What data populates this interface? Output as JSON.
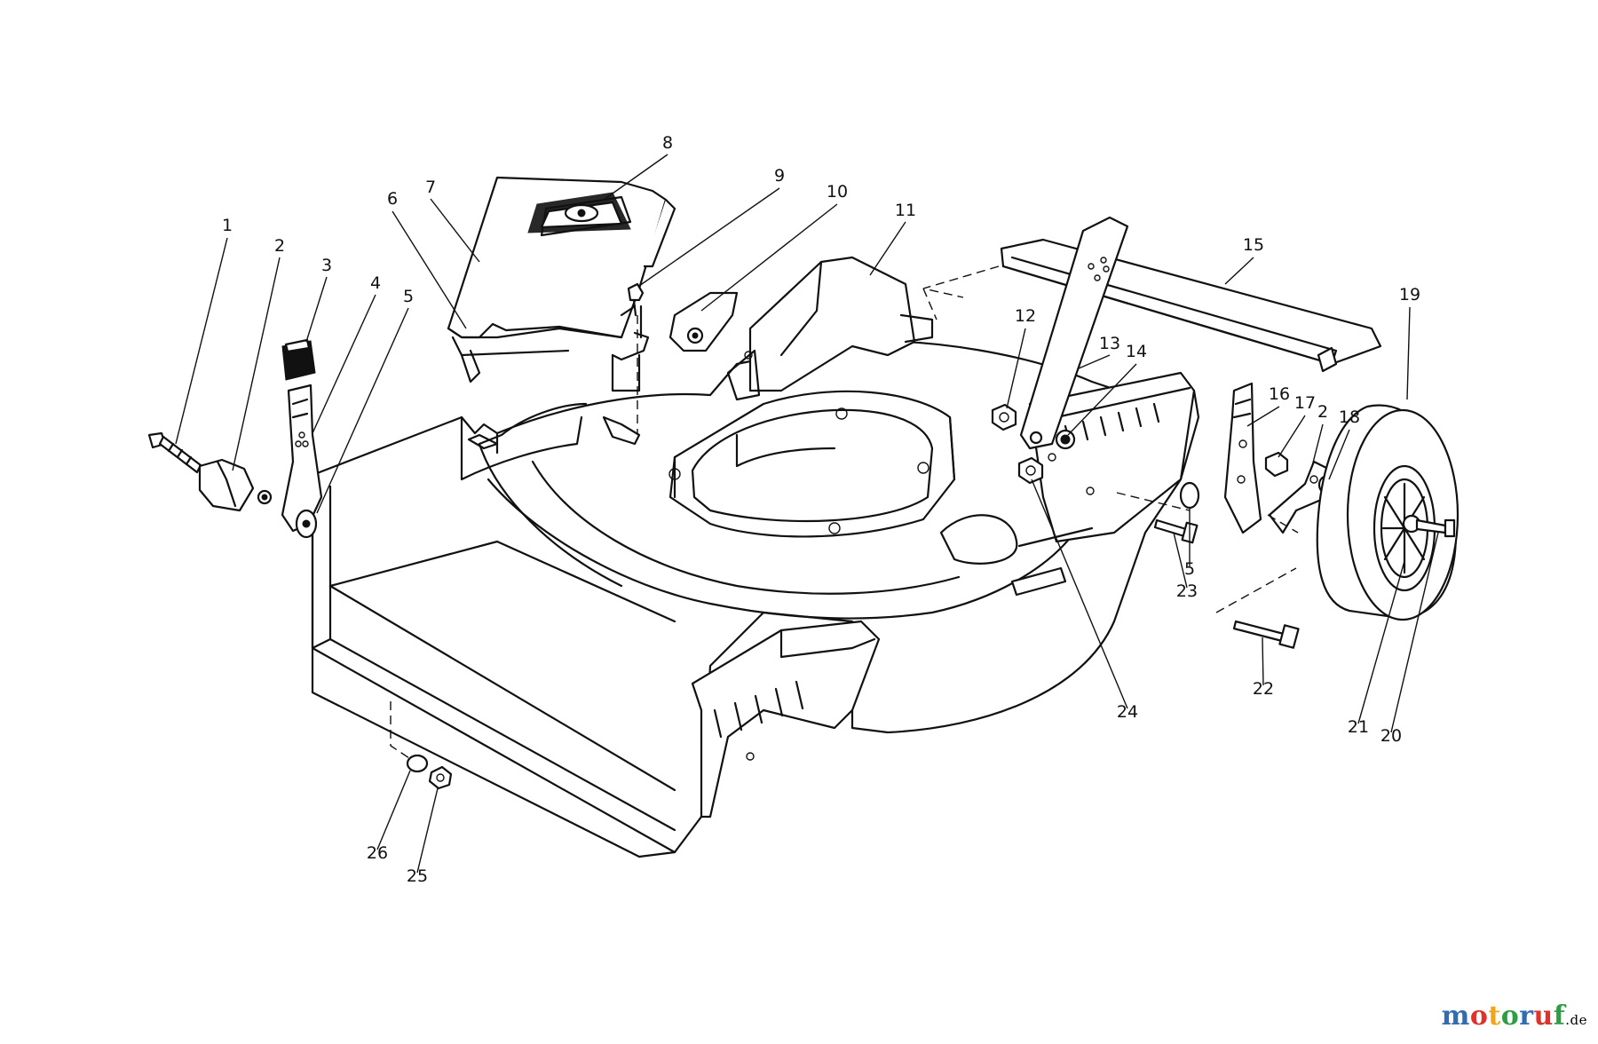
{
  "diagram": {
    "callouts": [
      {
        "id": "c1",
        "label": "1"
      },
      {
        "id": "c2a",
        "label": "2"
      },
      {
        "id": "c3",
        "label": "3"
      },
      {
        "id": "c4",
        "label": "4"
      },
      {
        "id": "c5a",
        "label": "5"
      },
      {
        "id": "c6",
        "label": "6"
      },
      {
        "id": "c7",
        "label": "7"
      },
      {
        "id": "c8",
        "label": "8"
      },
      {
        "id": "c9",
        "label": "9"
      },
      {
        "id": "c10",
        "label": "10"
      },
      {
        "id": "c11",
        "label": "11"
      },
      {
        "id": "c12",
        "label": "12"
      },
      {
        "id": "c13",
        "label": "13"
      },
      {
        "id": "c14",
        "label": "14"
      },
      {
        "id": "c15",
        "label": "15"
      },
      {
        "id": "c16",
        "label": "16"
      },
      {
        "id": "c17",
        "label": "17"
      },
      {
        "id": "c2b",
        "label": "2"
      },
      {
        "id": "c18",
        "label": "18"
      },
      {
        "id": "c19",
        "label": "19"
      },
      {
        "id": "c5b",
        "label": "5"
      },
      {
        "id": "c23",
        "label": "23"
      },
      {
        "id": "c22",
        "label": "22"
      },
      {
        "id": "c24",
        "label": "24"
      },
      {
        "id": "c21",
        "label": "21"
      },
      {
        "id": "c20",
        "label": "20"
      },
      {
        "id": "c26",
        "label": "26"
      },
      {
        "id": "c25",
        "label": "25"
      }
    ]
  },
  "watermark": {
    "letters": [
      "m",
      "o",
      "t",
      "o",
      "r",
      "u",
      "f"
    ],
    "letter_colors": [
      "#2e6db4",
      "#e0312b",
      "#f2a51a",
      "#2e9e44",
      "#2e6db4",
      "#e0312b",
      "#2e9e44"
    ],
    "suffix": ".de"
  }
}
